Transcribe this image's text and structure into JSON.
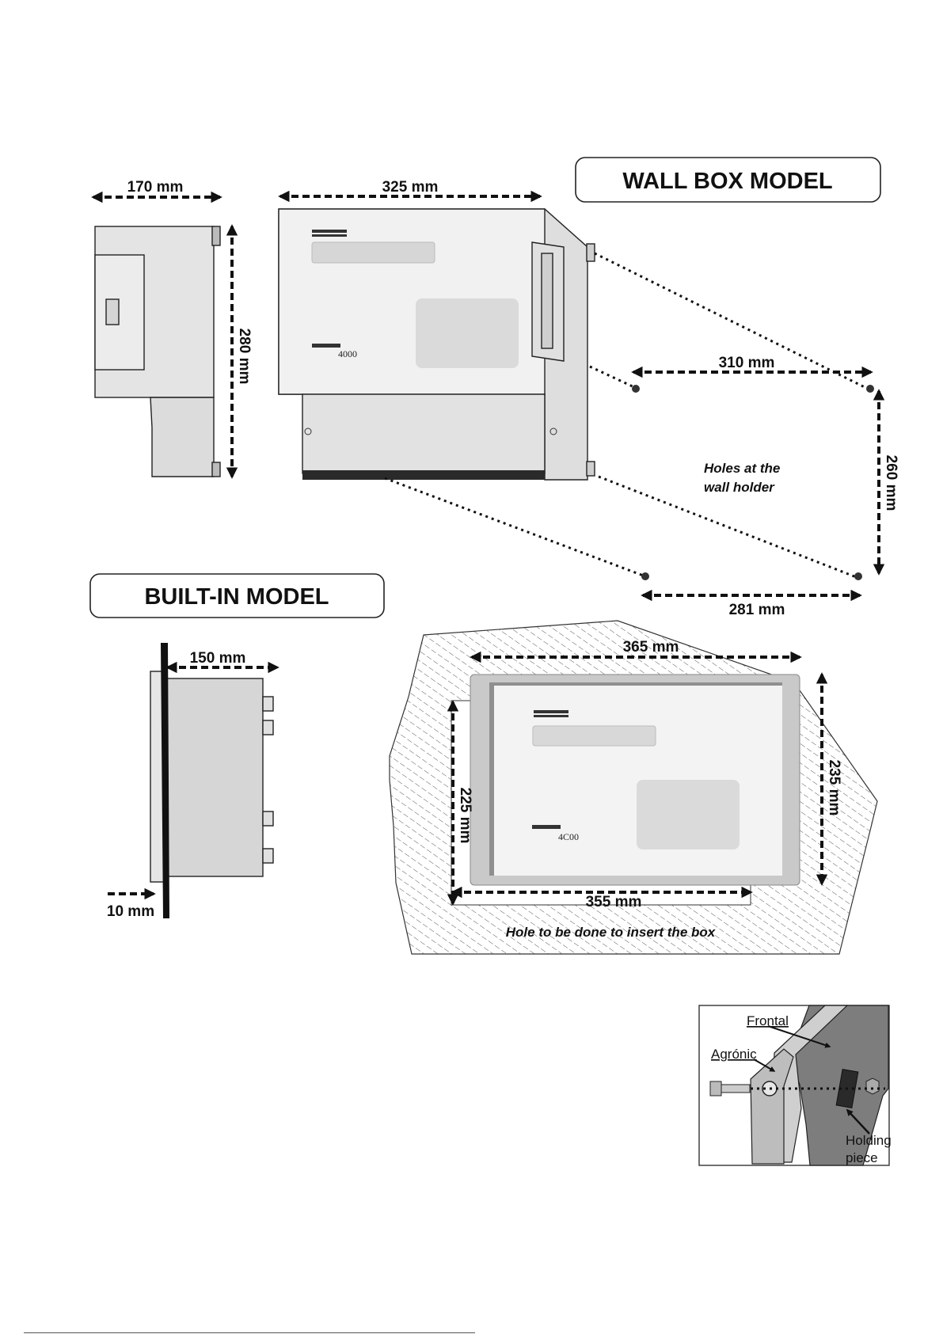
{
  "wall_box": {
    "title": "WALL BOX MODEL",
    "width_front": "325 mm",
    "depth_side": "170 mm",
    "height_side": "280 mm",
    "holes_width_top": "310 mm",
    "holes_height": "260 mm",
    "holes_width_bottom": "281 mm",
    "holes_note_line1": "Holes at the",
    "holes_note_line2": "wall holder",
    "model_number": "4000"
  },
  "built_in": {
    "title": "BUILT-IN MODEL",
    "depth": "150 mm",
    "panel_offset": "10 mm",
    "outer_width": "365 mm",
    "outer_height": "235 mm",
    "hole_width": "355 mm",
    "hole_height": "225 mm",
    "hole_note": "Hole to be done to insert the box",
    "model_number": "4C00"
  },
  "detail": {
    "frontal_label": "Frontal",
    "agronic_label": "Agrónic",
    "holding_line1": "Holding",
    "holding_line2": "piece"
  },
  "colors": {
    "box_fill": "#d9d9d9",
    "panel_fill": "#f2f2f2",
    "display_fill": "#cfcfcf",
    "wall_dark": "#7a7a7a"
  }
}
